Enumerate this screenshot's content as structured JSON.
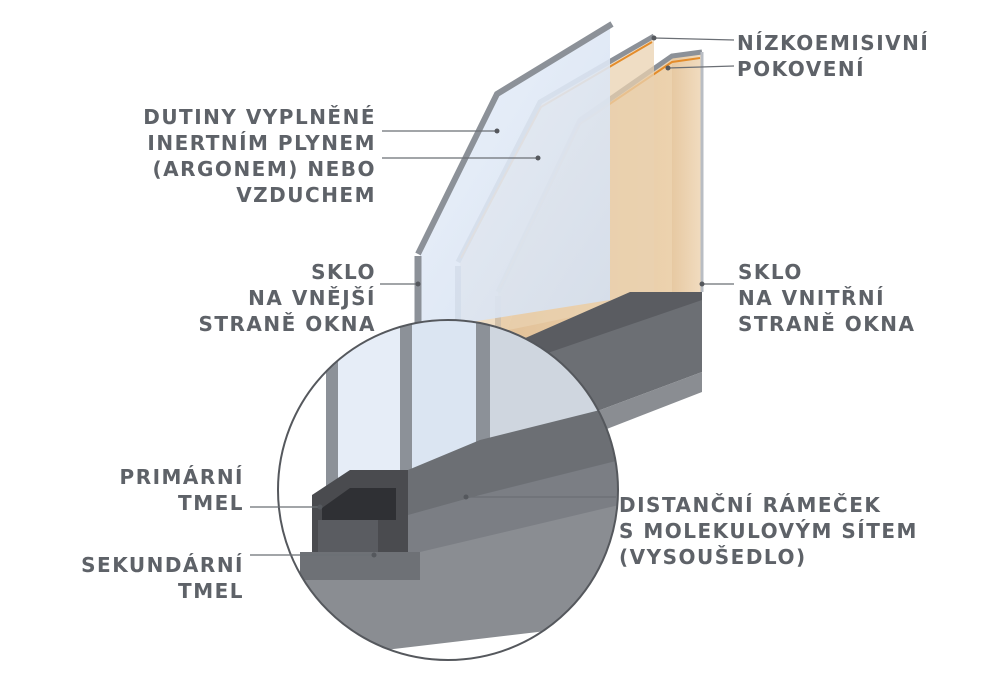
{
  "labels": {
    "low_e_coating": [
      "NÍZKOEMISIVNÍ",
      "POKOVENÍ"
    ],
    "gas_cavities": [
      "DUTINY VYPLNĚNÉ",
      "INERTNÍM PLYNEM",
      "(ARGONEM) NEBO",
      "VZDUCHEM"
    ],
    "outer_glass": [
      "SKLO",
      "NA VNĚJŠÍ",
      "STRANĚ OKNA"
    ],
    "inner_glass": [
      "SKLO",
      "NA VNITŘNÍ",
      "STRANĚ OKNA"
    ],
    "primary_sealant": [
      "PRIMÁRNÍ",
      "TMEL"
    ],
    "secondary_sealant": [
      "SEKUNDÁRNÍ",
      "TMEL"
    ],
    "spacer": [
      "DISTANČNÍ RÁMEČEK",
      "S MOLEKULOVÝM SÍTEM",
      "(VYSOUŠEDLO)"
    ]
  },
  "colors": {
    "label_text": "#5e6268",
    "leader_line": "#6b6f75",
    "glass_edge": "#8c9198",
    "glass_face": "#dfe9f6",
    "warm_cavity": "#ecd4b4",
    "low_e_coating": "#e48c2a",
    "spacer_dark": "#4a4b4f",
    "frame_gray": "#7b7e84",
    "magnifier_ring": "#55585d"
  }
}
